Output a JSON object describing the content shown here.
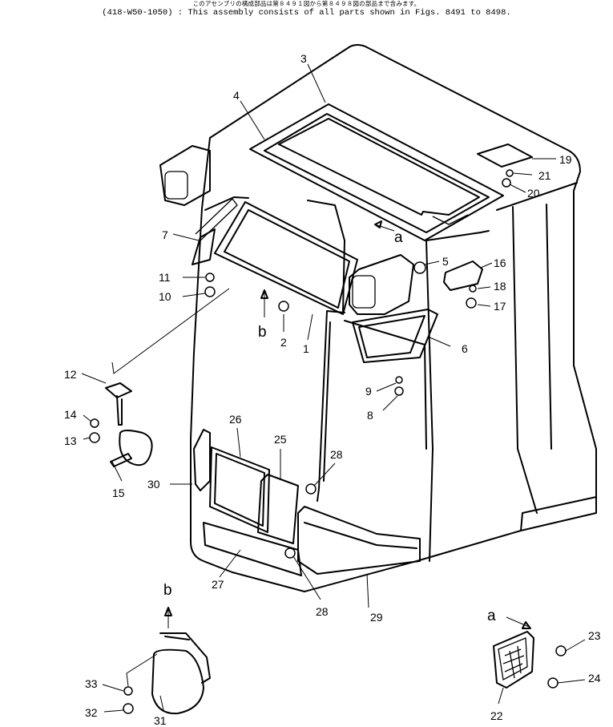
{
  "header": {
    "jp_note": "このアセンブリの構成部品は第８４９１図から第８４９８図の部品まで含みます。",
    "en_note": "(418-W50-1050) : This assembly consists of all parts shown in Figs. 8491 to 8498."
  },
  "callouts": [
    {
      "id": "c3",
      "text": "3"
    },
    {
      "id": "c4",
      "text": "4"
    },
    {
      "id": "c19",
      "text": "19"
    },
    {
      "id": "c21",
      "text": "21"
    },
    {
      "id": "c20",
      "text": "20"
    },
    {
      "id": "c7",
      "text": "7"
    },
    {
      "id": "c5",
      "text": "5"
    },
    {
      "id": "c16",
      "text": "16"
    },
    {
      "id": "c11",
      "text": "11"
    },
    {
      "id": "c10",
      "text": "10"
    },
    {
      "id": "c18",
      "text": "18"
    },
    {
      "id": "c17",
      "text": "17"
    },
    {
      "id": "c2",
      "text": "2"
    },
    {
      "id": "c1",
      "text": "1"
    },
    {
      "id": "c6",
      "text": "6"
    },
    {
      "id": "c12",
      "text": "12"
    },
    {
      "id": "c9",
      "text": "9"
    },
    {
      "id": "c14",
      "text": "14"
    },
    {
      "id": "c8",
      "text": "8"
    },
    {
      "id": "c13",
      "text": "13"
    },
    {
      "id": "c26",
      "text": "26"
    },
    {
      "id": "c25",
      "text": "25"
    },
    {
      "id": "c28a",
      "text": "28"
    },
    {
      "id": "c15",
      "text": "15"
    },
    {
      "id": "c30",
      "text": "30"
    },
    {
      "id": "c27",
      "text": "27"
    },
    {
      "id": "c28b",
      "text": "28"
    },
    {
      "id": "c29",
      "text": "29"
    },
    {
      "id": "c23",
      "text": "23"
    },
    {
      "id": "c24",
      "text": "24"
    },
    {
      "id": "c33",
      "text": "33"
    },
    {
      "id": "c32",
      "text": "32"
    },
    {
      "id": "c31",
      "text": "31"
    },
    {
      "id": "c22",
      "text": "22"
    }
  ],
  "view_letters": {
    "a_top": "a",
    "b_top": "b",
    "b_detail": "b",
    "a_detail": "a"
  }
}
